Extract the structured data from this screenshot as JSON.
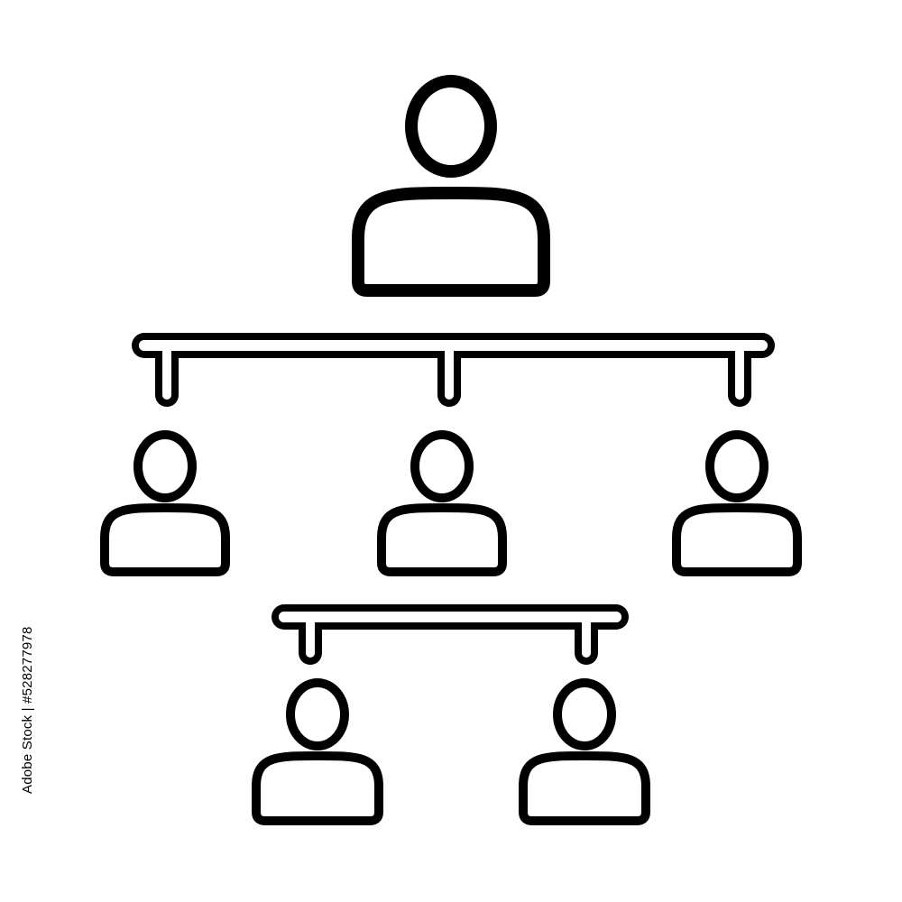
{
  "diagram": {
    "type": "org-chart-icon",
    "line_color": "#000000",
    "background_color": "#ffffff",
    "levels": [
      {
        "level": 1,
        "people": 1,
        "icon": "person-icon"
      },
      {
        "level": 2,
        "people": 3,
        "icon": "person-icon"
      },
      {
        "level": 3,
        "people": 2,
        "icon": "person-icon"
      }
    ]
  },
  "watermark": {
    "text": "Adobe Stock | #528277978"
  }
}
